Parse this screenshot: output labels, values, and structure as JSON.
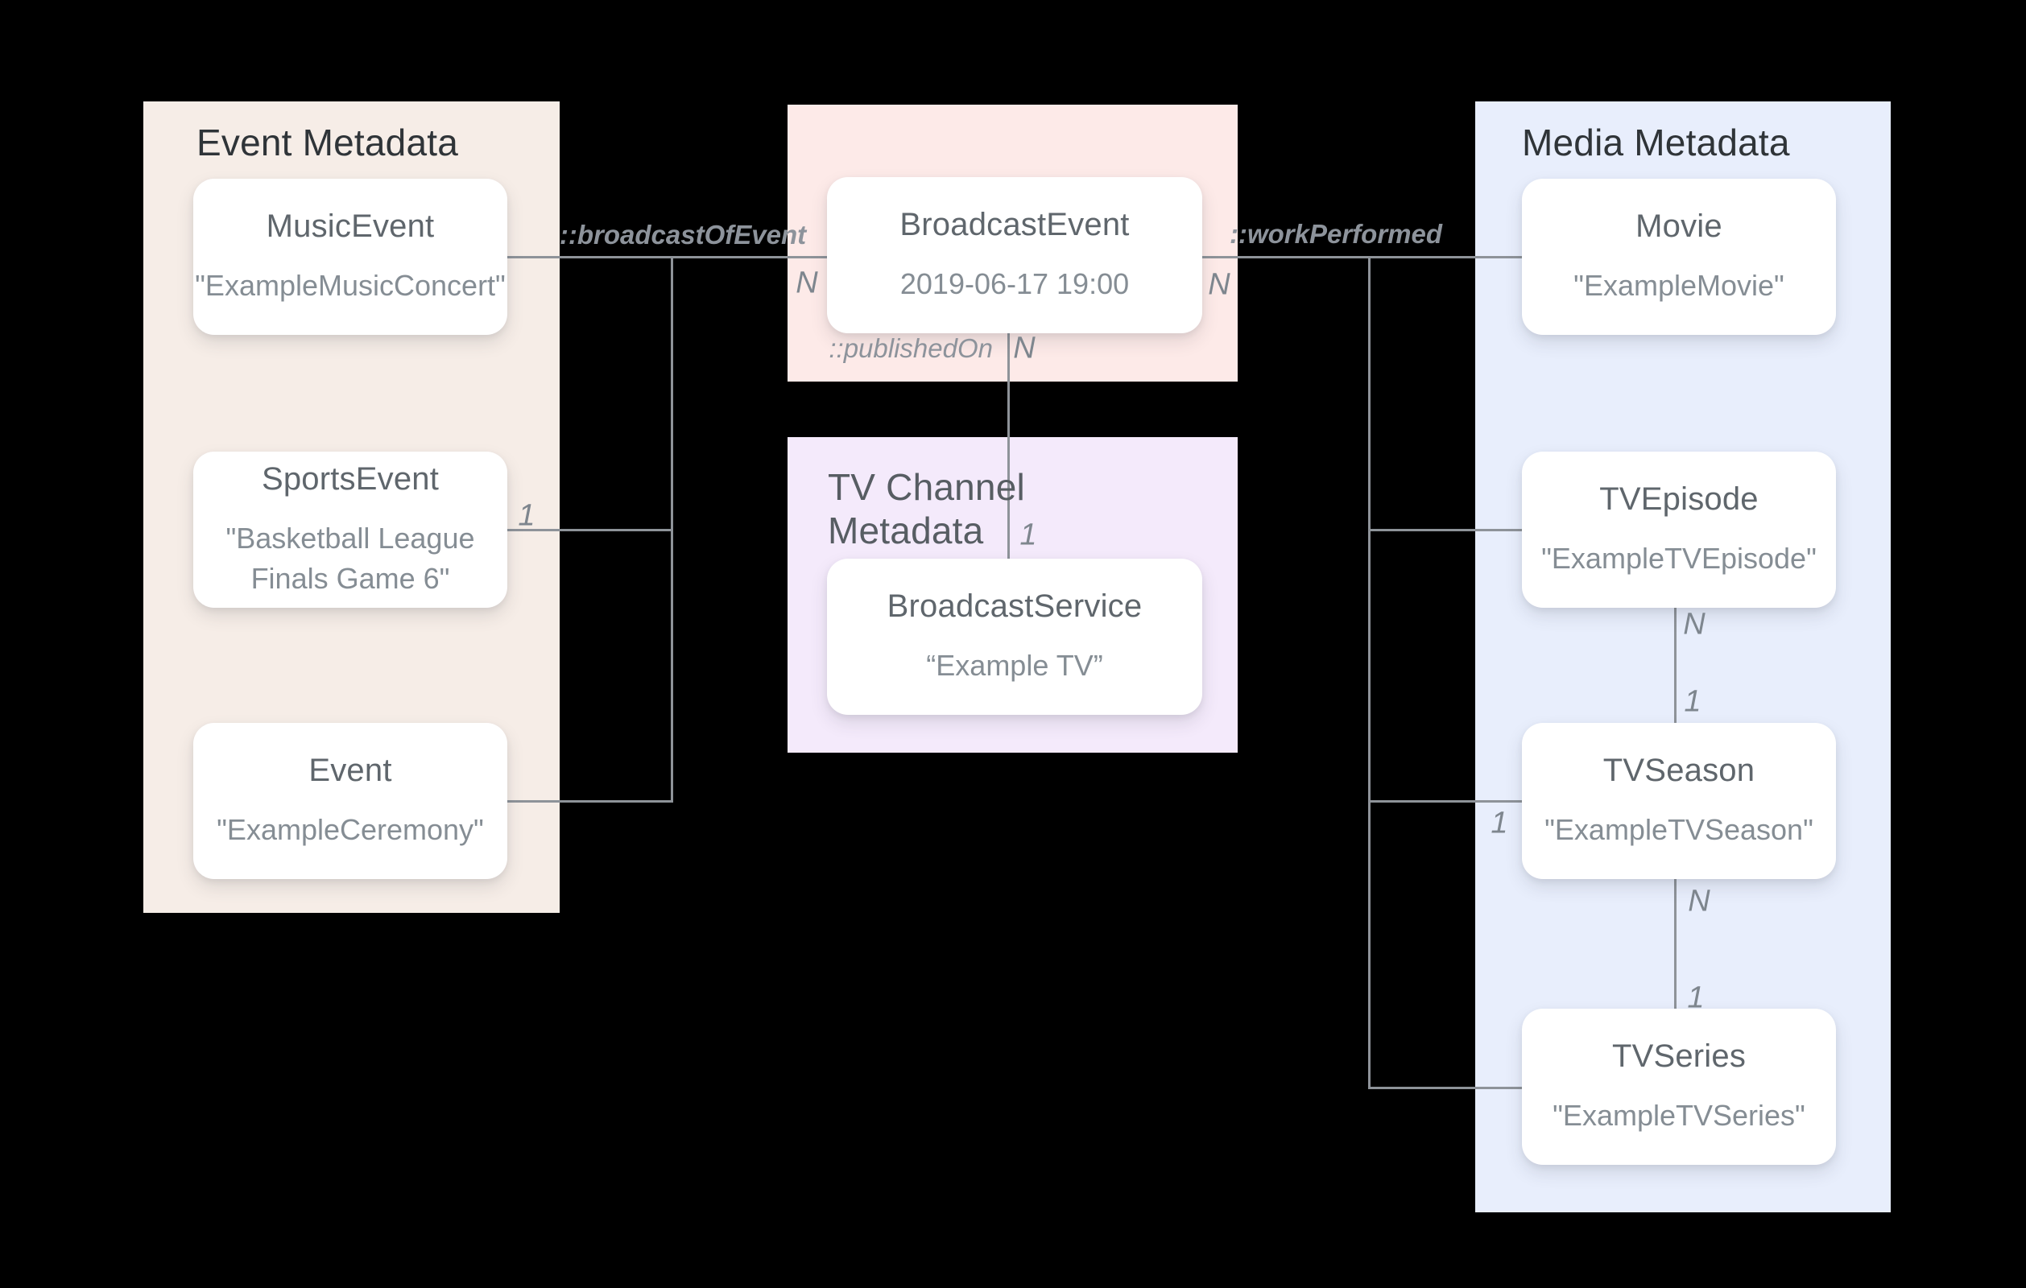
{
  "diagram": {
    "background": "#000000",
    "line_color": "#8e9399"
  },
  "panels": {
    "event": {
      "title": "Event Metadata",
      "color": "#f6ede7",
      "cards": [
        {
          "name": "MusicEvent",
          "value": "\"ExampleMusicConcert\""
        },
        {
          "name": "SportsEvent",
          "value": "\"Basketball League Finals Game 6\""
        },
        {
          "name": "Event",
          "value": "\"ExampleCeremony\""
        }
      ]
    },
    "broadcast": {
      "color": "#fdeae8",
      "card": {
        "name": "BroadcastEvent",
        "value": "2019-06-17 19:00"
      }
    },
    "tv_channel": {
      "title": "TV Channel Metadata",
      "color": "#f4eafb",
      "card": {
        "name": "BroadcastService",
        "value": "“Example TV”"
      }
    },
    "media": {
      "title": "Media Metadata",
      "color": "#e8eefc",
      "cards": [
        {
          "name": "Movie",
          "value": "\"ExampleMovie\""
        },
        {
          "name": "TVEpisode",
          "value": "\"ExampleTVEpisode\""
        },
        {
          "name": "TVSeason",
          "value": "\"ExampleTVSeason\""
        },
        {
          "name": "TVSeries",
          "value": "\"ExampleTVSeries\""
        }
      ]
    }
  },
  "relationships": {
    "broadcast_of_event": "::broadcastOfEvent",
    "work_performed": "::workPerformed",
    "published_on": "::publishedOn"
  },
  "multiplicity": {
    "broadcast_left_n": "N",
    "broadcast_right_n": "N",
    "published_on_n": "N",
    "published_on_1": "1",
    "sports_event_1": "1",
    "episode_season_n": "N",
    "episode_season_1": "1",
    "season_series_n": "N",
    "season_series_1": "1",
    "season_left_1": "1"
  }
}
